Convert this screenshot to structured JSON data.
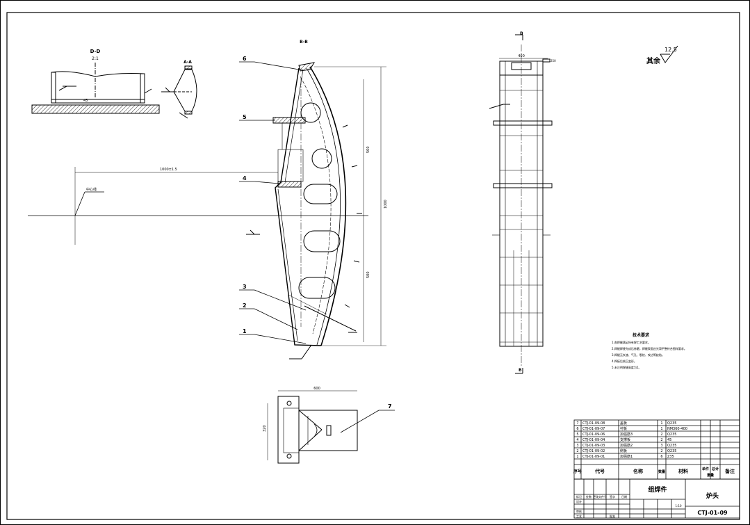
{
  "section_labels": {
    "bb_top": "B-B",
    "small_detail_title": "D-D",
    "small_detail_scale": "2:1",
    "bracket_a": "A-A",
    "plan_mark_top": "B",
    "plan_mark_bottom": "B"
  },
  "part_balloons": [
    "1",
    "2",
    "3",
    "4",
    "5",
    "6",
    "7"
  ],
  "dimensions": {
    "offset": "1000±1.5",
    "center_label": "中心线",
    "overall_height": "1000",
    "upper_height": "500",
    "lower_height": "500",
    "bottom_width": "600",
    "bottom_height": "320",
    "plan_width": "400",
    "plan_flange": "250"
  },
  "surface_note": {
    "label": "其余",
    "value": "12.5"
  },
  "technical_requirements": {
    "title": "技术要求",
    "items": [
      "1.各焊缝满足所有焊工艺要求。",
      "2.焊缝焊接完成后修磨，焊缝表面应光滑平整符合图样要求。",
      "3.焊缝无夹渣、气孔、裂纹、咬边等缺陷。",
      "4.焊接后校正变形。",
      "5.未注明焊缝高度为5。"
    ]
  },
  "bom": {
    "rows": [
      {
        "no": "7",
        "code": "CTJ-01-09-08",
        "name": "盖板",
        "qty": "1",
        "material": "Q235"
      },
      {
        "no": "6",
        "code": "CTJ-01-09-07",
        "name": "衬板",
        "qty": "1",
        "material": "NM360-400"
      },
      {
        "no": "5",
        "code": "CTJ-01-09-06",
        "name": "加强筋3",
        "qty": "2",
        "material": "Q235"
      },
      {
        "no": "4",
        "code": "CTJ-01-09-04",
        "name": "支撑板",
        "qty": "2",
        "material": "45"
      },
      {
        "no": "3",
        "code": "CTJ-01-09-03",
        "name": "加强筋2",
        "qty": "3",
        "material": "Q235"
      },
      {
        "no": "2",
        "code": "CTJ-01-09-02",
        "name": "侧板",
        "qty": "2",
        "material": "Q235"
      },
      {
        "no": "1",
        "code": "CTJ-01-09-01",
        "name": "加强筋1",
        "qty": "6",
        "material": "Z35"
      }
    ],
    "header": {
      "no": "序号",
      "code": "代号",
      "name": "名称",
      "qty": "数量",
      "material": "材料",
      "unit_weight": "单件",
      "total_weight": "总计",
      "weight": "重量",
      "remark": "备注"
    }
  },
  "title_block": {
    "drawing_name": "组焊件",
    "part_name": "炉头",
    "drawing_no": "CTJ-01-09",
    "scale": "1:10",
    "row_labels": [
      "标记",
      "处数",
      "更改文件号",
      "签字",
      "日期"
    ],
    "sign_labels": [
      "设计",
      "审核",
      "工艺",
      "批准"
    ]
  },
  "colors": {
    "line": "#000000",
    "background": "#ffffff"
  }
}
